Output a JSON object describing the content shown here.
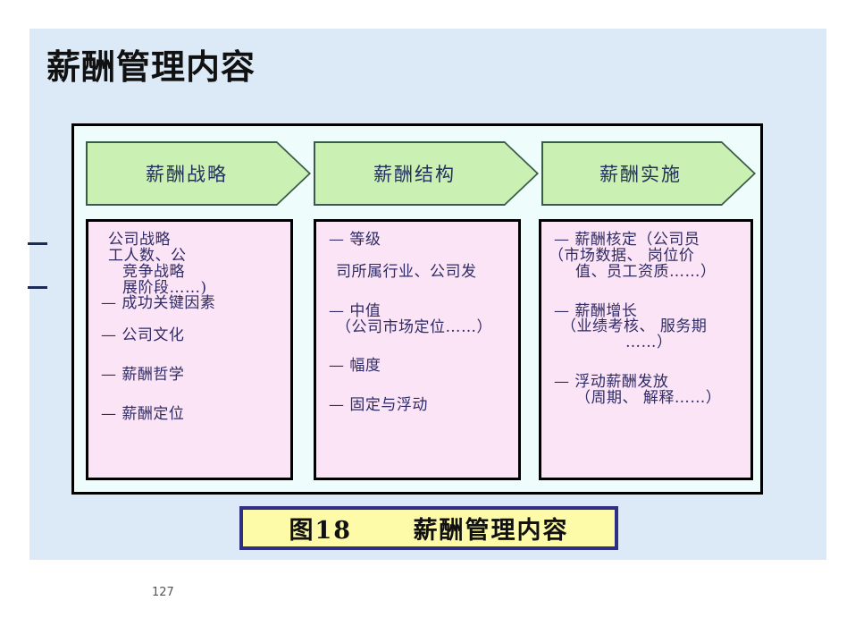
{
  "slide": {
    "title": "薪酬管理内容",
    "page_number": "127",
    "background_color": "#dce9f7",
    "margin_marks": [
      "—",
      "—"
    ]
  },
  "diagram": {
    "frame_color": "#eefcfb",
    "chevrons": [
      {
        "label": "薪酬战略",
        "fill": "#caf0b4"
      },
      {
        "label": "薪酬结构",
        "fill": "#caf0b4"
      },
      {
        "label": "薪酬实施",
        "fill": "#caf0b4"
      }
    ],
    "boxes": [
      {
        "fill": "#fbe4f5",
        "lines": [
          "公司战略",
          "工人数、公",
          "竞争战略",
          "展阶段……)",
          "— 成功关键因素",
          "— 公司文化",
          "— 薪酬哲学",
          "— 薪酬定位"
        ]
      },
      {
        "fill": "#fbe4f5",
        "lines": [
          "— 等级",
          "司所属行业、公司发",
          "— 中值",
          "（公司市场定位……）",
          "— 幅度",
          "— 固定与浮动"
        ]
      },
      {
        "fill": "#fbe4f5",
        "lines": [
          "— 薪酬核定（公司员",
          "（市场数据、 岗位价",
          "值、员工资质……）",
          "— 薪酬增长",
          "（业绩考核、 服务期",
          "……）",
          "— 浮动薪酬发放",
          "（周期、 解释……）"
        ]
      }
    ]
  },
  "caption": {
    "figure_label": "图18",
    "figure_title": "薪酬管理内容",
    "text": "图18      薪酬管理内容",
    "fill": "#fdfaa8",
    "border_color": "#2f2f86"
  }
}
